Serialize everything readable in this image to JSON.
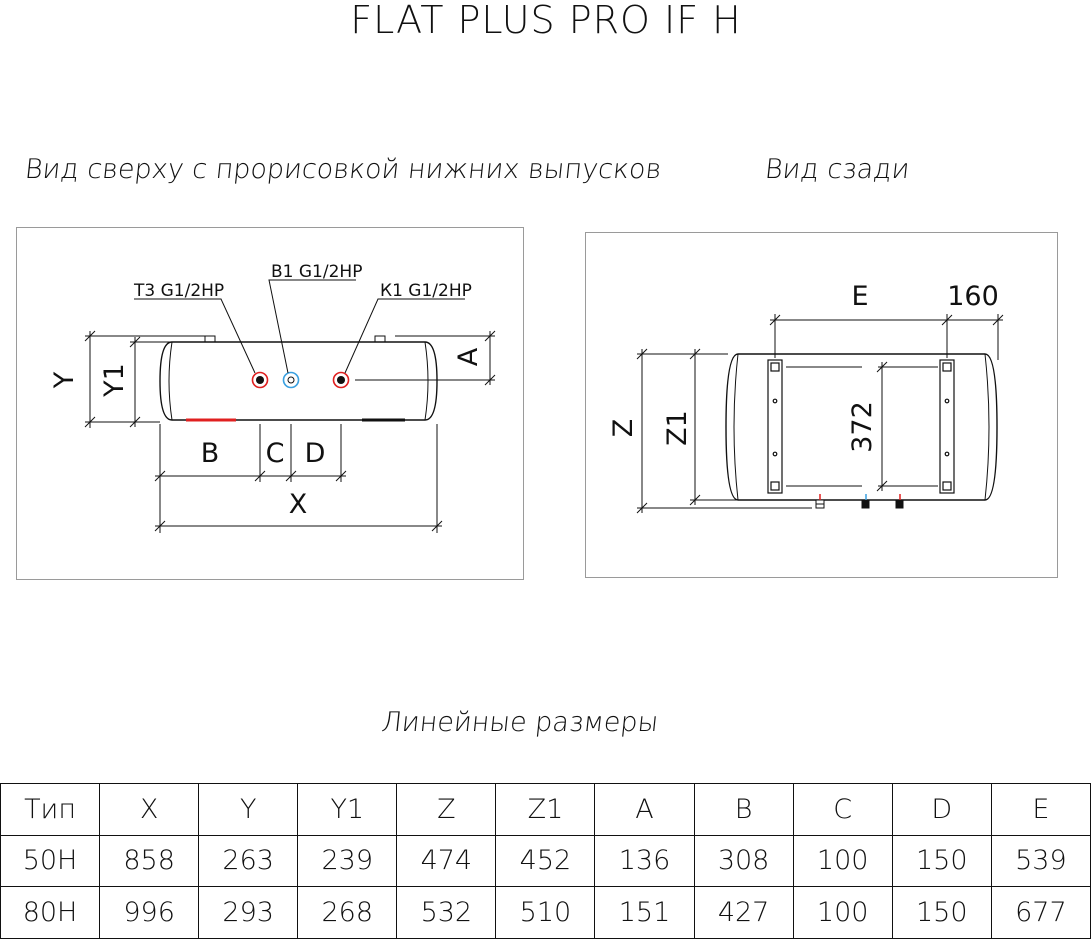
{
  "title": "FLAT PLUS PRO IF H",
  "views": {
    "top": {
      "title": "Вид сверху с прорисовкой нижних выпусков",
      "outlets": [
        {
          "label": "Т3 G1/2НР",
          "color": "#e02020"
        },
        {
          "label": "В1 G1/2НР",
          "color": "#3aa0e0"
        },
        {
          "label": "К1 G1/2НР",
          "color": "#e02020"
        }
      ],
      "dims": {
        "Y": "Y",
        "Y1": "Y1",
        "A": "A",
        "B": "B",
        "C": "C",
        "D": "D",
        "X": "X"
      }
    },
    "back": {
      "title": "Вид сзади",
      "dims": {
        "E": "E",
        "offset": "160",
        "Z": "Z",
        "Z1": "Z1",
        "mount": "372"
      }
    }
  },
  "table": {
    "title": "Линейные размеры",
    "headers": [
      "Тип",
      "X",
      "Y",
      "Y1",
      "Z",
      "Z1",
      "A",
      "B",
      "C",
      "D",
      "E"
    ],
    "rows": [
      [
        "50H",
        "858",
        "263",
        "239",
        "474",
        "452",
        "136",
        "308",
        "100",
        "150",
        "539"
      ],
      [
        "80H",
        "996",
        "293",
        "268",
        "532",
        "510",
        "151",
        "427",
        "100",
        "150",
        "677"
      ]
    ]
  },
  "colors": {
    "hot": "#e02020",
    "cold": "#3aa0e0"
  }
}
